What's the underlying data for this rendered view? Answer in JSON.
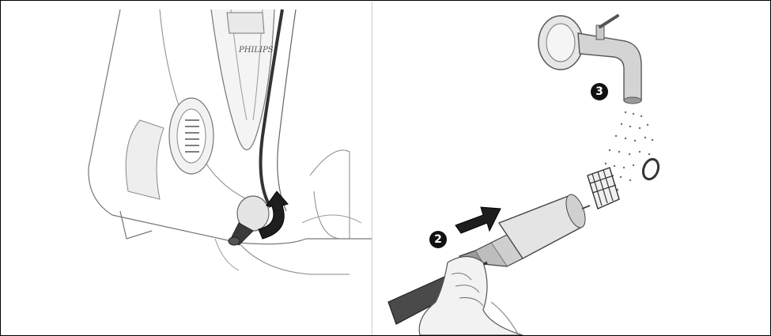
{
  "brand_label": "PHILIPS",
  "steps": {
    "step_2": "2",
    "step_3": "3"
  },
  "colors": {
    "line": "#555555",
    "dark": "#2a2a2a",
    "mid": "#8a8a8a",
    "light": "#d9d9d9",
    "divider": "#cfcfcf"
  },
  "icons": {
    "unlock_arrow": "curved-arrow-icon",
    "insert_arrow": "push-arrow-icon",
    "water_spray": "water-spray-icon"
  }
}
